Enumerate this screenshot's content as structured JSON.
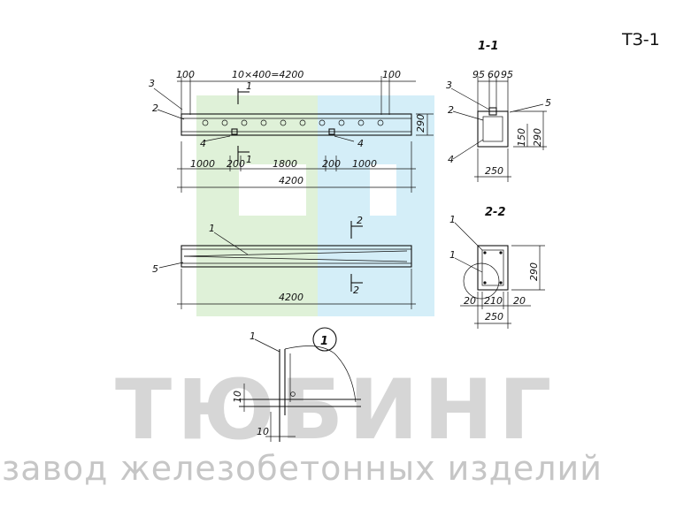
{
  "sheet_code": "ТЗ-1",
  "section_11": "1-1",
  "section_22": "2-2",
  "dims_top": {
    "left_end": "100",
    "span": "10×400=4200",
    "right_end": "100"
  },
  "dims_bottom": {
    "d1": "1000",
    "d2": "200",
    "d3": "1800",
    "d4": "200",
    "d5": "1000",
    "total": "4200"
  },
  "height_dim": "290",
  "plan_total": "4200",
  "sec11_dims": {
    "a": "95",
    "b": "60",
    "c": "95",
    "h1": "150",
    "h2": "290",
    "w": "250"
  },
  "sec22_dims": {
    "h": "290",
    "a": "20",
    "b": "210",
    "c": "20",
    "w": "250"
  },
  "detail_dims": {
    "v": "10",
    "h": "10"
  },
  "labels": {
    "n1": "1",
    "n2": "2",
    "n3": "3",
    "n4": "4",
    "n5": "5",
    "detail": "1"
  },
  "watermark": {
    "brand": "ТЮБИНГ",
    "tagline": "завод железобетонных изделий"
  }
}
